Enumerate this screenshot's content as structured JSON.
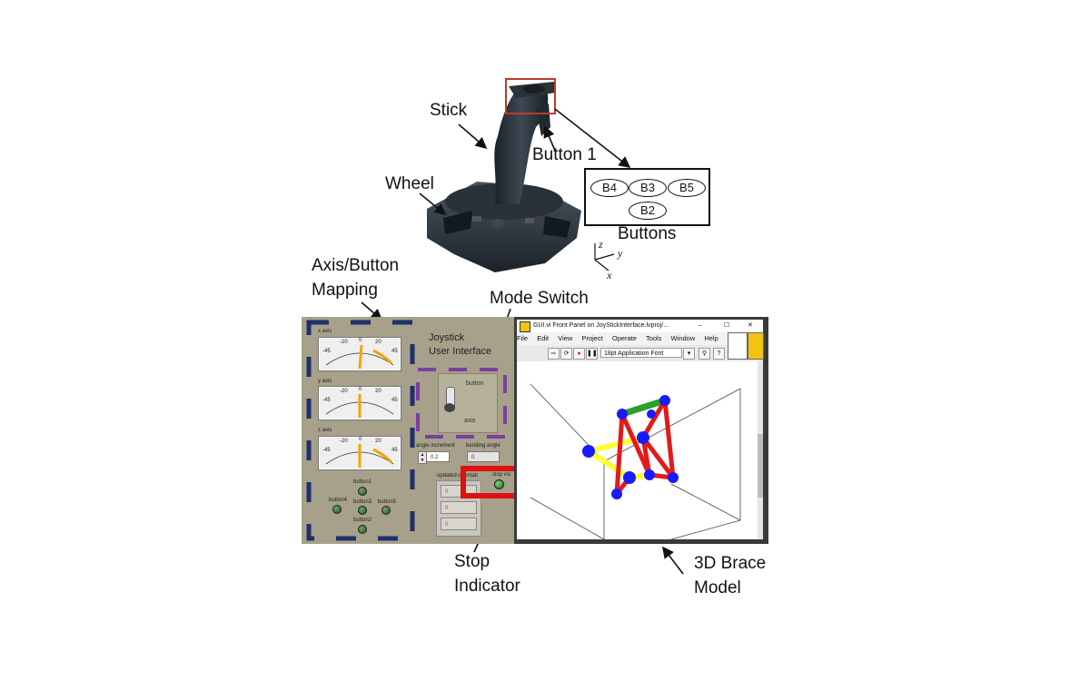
{
  "annotations": {
    "stick": "Stick",
    "button1": "Button 1",
    "wheel": "Wheel",
    "buttons": "Buttons",
    "axis_button_mapping_1": "Axis/Button",
    "axis_button_mapping_2": "Mapping",
    "mode_switch": "Mode Switch",
    "stop_1": "Stop",
    "stop_2": "Indicator",
    "brace_1": "3D Brace",
    "brace_2": "Model"
  },
  "button_diagram": {
    "b4": "B4",
    "b3": "B3",
    "b5": "B5",
    "b2": "B2"
  },
  "axes_label": {
    "z": "z",
    "y": "y",
    "x": "x"
  },
  "front_panel": {
    "x_axis_label": "x axis",
    "y_axis_label": "y axis",
    "z_axis_label": "z axis",
    "tick_m45": "-45",
    "tick_m20": "-20",
    "tick_0": "0",
    "tick_20": "20",
    "tick_45": "45",
    "title_1": "Joystick",
    "title_2": "User Interface",
    "switch_top": "button",
    "switch_bottom": "axis",
    "angle_increment_label": "angle increment",
    "angle_increment_value": "0.2",
    "bending_angle_label": "bending angle",
    "bending_angle_value": "0",
    "updated_orientation_label": "updated orientati",
    "orientation_values": [
      "0",
      "0",
      "0"
    ],
    "stop_label": "stop inc",
    "button1": "button1",
    "button2": "button2",
    "button3": "button3",
    "button4": "button4",
    "button5": "button5"
  },
  "window": {
    "title": "GUI.vi Front Panel on JoyStickInterface.lvproj/...",
    "menu": [
      "File",
      "Edit",
      "View",
      "Project",
      "Operate",
      "Tools",
      "Window",
      "Help"
    ],
    "font_select": "18pt Application Font"
  },
  "colors": {
    "panel_bg": "#a7a08a",
    "mapping_border": "#1f2f6b",
    "mode_border": "#7b3fa0",
    "stop_border": "#e01010",
    "joint": "#1a1aff",
    "strut_red": "#e31a1a",
    "strut_yellow": "#ffff33",
    "strut_green": "#2aa12a"
  }
}
